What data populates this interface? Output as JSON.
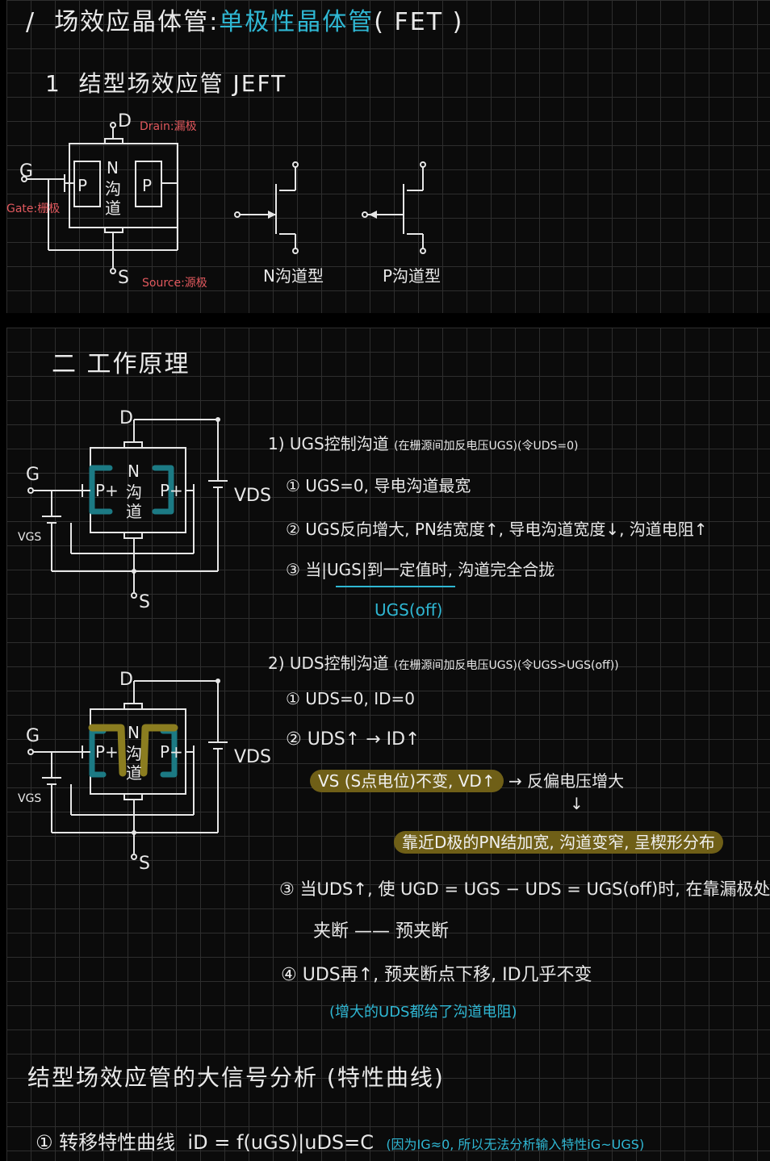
{
  "top": {
    "heading_num": "/",
    "heading_text": "场效应晶体管",
    "heading_sep": ":",
    "heading_cyan": "单极性晶体管",
    "heading_tail": "( FET )",
    "sub_num": "1",
    "sub_text": "结型场效应管 JEFT",
    "diagram": {
      "d": "D",
      "drain": "Drain:漏极",
      "g": "G",
      "gate": "Gate:栅极",
      "s": "S",
      "source": "Source:源极",
      "n": "N",
      "ch1": "沟",
      "ch2": "道",
      "p_left": "P",
      "p_right": "P"
    },
    "symbol_n": "N沟道型",
    "symbol_p": "P沟道型"
  },
  "work": {
    "title": "二 工作原理",
    "fig1": {
      "d": "D",
      "g": "G",
      "s": "S",
      "vds": "VDS",
      "vgs": "VGS",
      "n": "N",
      "ch1": "沟",
      "ch2": "道",
      "pl": "P+",
      "pr": "P+"
    },
    "fig2": {
      "d": "D",
      "g": "G",
      "s": "S",
      "vds": "VDS",
      "vgs": "VGS",
      "n": "N",
      "ch1": "沟",
      "ch2": "道",
      "pl": "P+",
      "pr": "P+"
    },
    "ugs": {
      "head": "1) UGS控制沟道",
      "head_note": "(在栅源间加反电压UGS)(令UDS=0)",
      "item1": "① UGS=0, 导电沟道最宽",
      "item2": "② UGS反向增大, PN结宽度↑, 导电沟道宽度↓, 沟道电阻↑",
      "item3": "③ 当|UGS|到一定值时, 沟道完全合拢",
      "off": "UGS(off)"
    },
    "uds": {
      "head": "2) UDS控制沟道",
      "head_note": "(在栅源间加反电压UGS)(令UGS>UGS(off))",
      "item1": "① UDS=0, ID=0",
      "item2": "② UDS↑ → ID↑",
      "hl1": "VS (S点电位)不变, VD↑",
      "arrow_text": "→ 反偏电压增大",
      "down": "↓",
      "hl2": "靠近D极的PN结加宽, 沟道变窄, 呈楔形分布",
      "item3a": "③ 当UDS↑, 使 UGD = UGS − UDS = UGS(off)时, 在靠漏极处",
      "item3b": "夹断 —— 预夹断",
      "item4": "④ UDS再↑, 预夹断点下移, ID几乎不变",
      "note": "(增大的UDS都给了沟道电阻)"
    },
    "big": {
      "title": "结型场效应管的大信号分析 (特性曲线)",
      "item1": "① 转移特性曲线",
      "formula": "iD = f(uGS)|uDS=C",
      "note": "(因为IG≈0, 所以无法分析输入特性iG~UGS)"
    }
  },
  "colors": {
    "background": "#0b0b0b",
    "grid": "#2e2e2e",
    "ink": "#e6e6e6",
    "cyan": "#2fb7d3",
    "red": "#e0585d",
    "teal": "#1c7a84",
    "olive": "#8b7d20"
  }
}
